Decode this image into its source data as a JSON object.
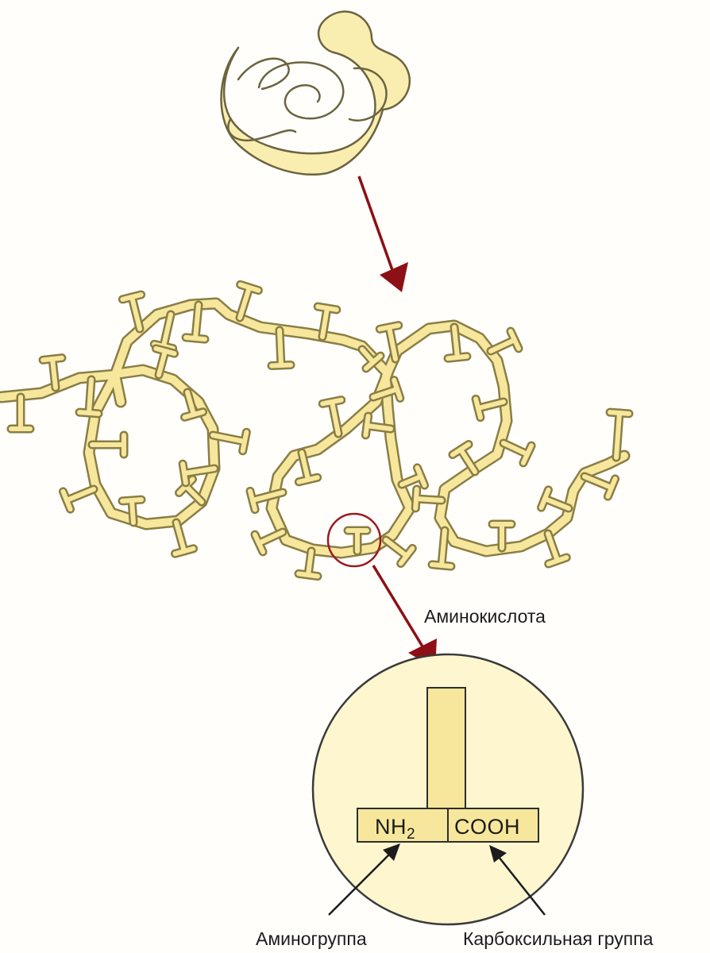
{
  "colors": {
    "paper": "#fffefb",
    "protein_fill": "#f9eeb0",
    "protein_stroke": "#6c6440",
    "chain_fill": "#f7e79c",
    "chain_stroke": "#8a7e45",
    "arrow": "#8c1016",
    "highlight_ring": "#9a1a22",
    "zoom_circle": "#fdf6cf",
    "text": "#1c1c1c"
  },
  "labels": {
    "amino_acid": "Аминокислота",
    "amino_group_box": "NH",
    "amino_group_subscript": "2",
    "carboxyl_group_box": "COOH",
    "amino_group": "Аминогруппа",
    "carboxyl_group": "Карбоксильная группа"
  },
  "icons": {
    "folded_protein": "folded-protein-blob",
    "chain": "polypeptide-chain",
    "zoom": "amino-acid-zoom-circle"
  }
}
